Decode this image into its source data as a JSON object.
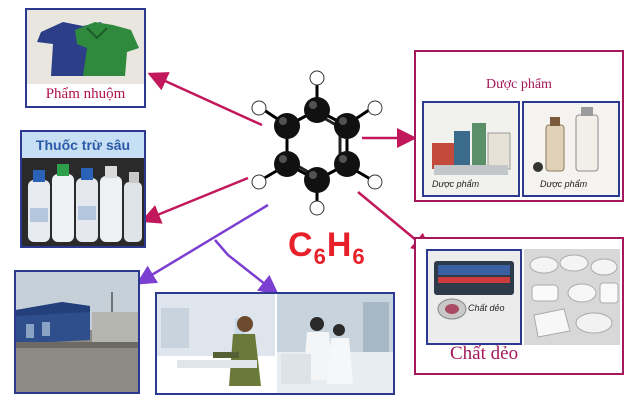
{
  "formula": {
    "c": "C",
    "c_sub": "6",
    "h": "H",
    "h_sub": "6"
  },
  "colors": {
    "formula": "#e8202a",
    "arrow_magenta": "#c2185b",
    "arrow_purple": "#7b3fd1",
    "frame_blue": "#2b3990",
    "frame_magenta": "#a3195b"
  },
  "applications": {
    "dyes": {
      "label": "Phẩm nhuộm"
    },
    "pesticide": {
      "label": "Thuốc trừ sâu"
    },
    "pharma": {
      "label": "Dược phẩm",
      "tile_caption_left": "Dược phẩm",
      "tile_caption_right": "Dược phẩm"
    },
    "plastics": {
      "label": "Chất dẻo",
      "tile_caption": "Chất dẻo"
    }
  }
}
